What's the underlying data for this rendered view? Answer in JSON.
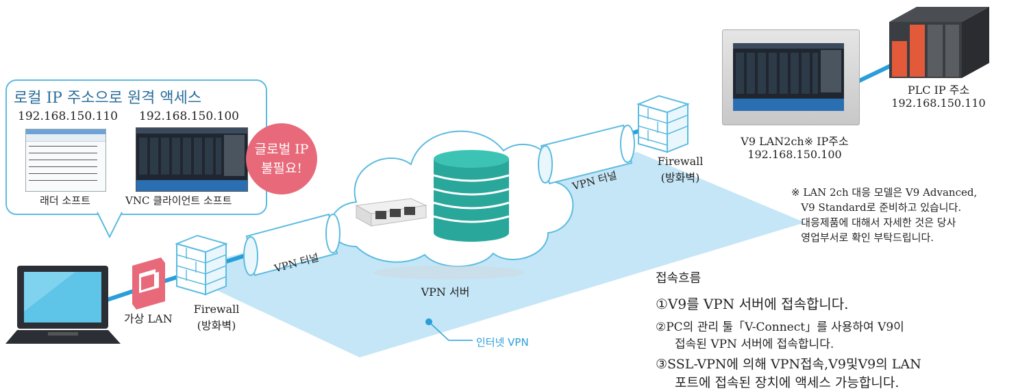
{
  "bubble": {
    "title": "로컬 IP 주소으로 원격 액세스",
    "ladder_ip": "192.168.150.110",
    "vnc_ip": "192.168.150.100",
    "ladder_label": "래더 소프트",
    "vnc_label": "VNC 클라이언트 소프트"
  },
  "global_ip": {
    "line1": "글로벌 IP",
    "line2": "불필요!"
  },
  "left": {
    "virtual_lan": "가상 LAN",
    "firewall": "Firewall",
    "firewall_sub": "(방화벽)",
    "tunnel": "VPN 터널"
  },
  "center": {
    "vpn_server": "VPN 서버",
    "internet_vpn": "인터넷 VPN"
  },
  "right": {
    "tunnel": "VPN 터널",
    "firewall": "Firewall",
    "firewall_sub": "(방화벽)",
    "v9_line1": "V9 LAN2ch※ IP주소",
    "v9_line2": "192.168.150.100",
    "plc_line1": "PLC IP 주소",
    "plc_line2": "192.168.150.110"
  },
  "note": "※ LAN 2ch 대응 모델은 V9 Advanced,\n   V9 Standard로 준비하고 있습니다.\n   대응제품에 대해서 자세한 것은 당사\n   영업부서로 확인 부탁드립니다.",
  "flow": {
    "title": "접속흐름",
    "step1": "①V9를 VPN 서버에 접속합니다.",
    "step2a": "②PC의 관리 툴「V-Connect」를 사용하여 V9이",
    "step2b": "접속된 VPN 서버에 접속합니다.",
    "step3a": "③SSL-VPN에 의해 VPN접속,V9및V9의 LAN",
    "step3b": "포트에 접속된  장치에  액세스 가능합니다."
  },
  "colors": {
    "line": "#2a9ed8",
    "plane": "#bfe3f5",
    "bubble_border": "#5bbbe0",
    "global_ip": "#e8697a",
    "server": "#2aa79b"
  }
}
